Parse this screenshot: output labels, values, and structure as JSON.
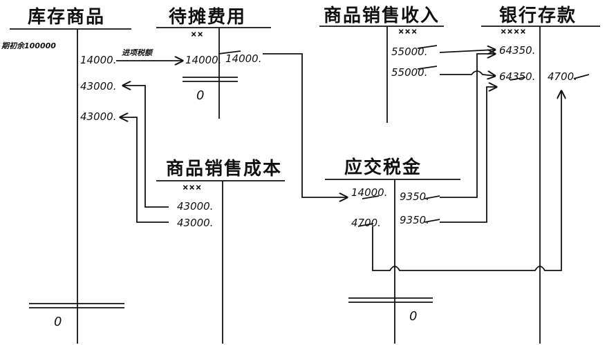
{
  "accounts": {
    "inventory": {
      "title": "库存商品",
      "opening": "期初余100000",
      "debit": [
        "14000."
      ],
      "credit": [
        "43000.",
        "43000."
      ],
      "ending": "0"
    },
    "prepaid": {
      "title": "待摊费用",
      "mark": "××",
      "debit": [
        "14000."
      ],
      "credit": [
        "14000."
      ],
      "ending": "0"
    },
    "sales_revenue": {
      "title": "商品销售收入",
      "mark": "×××",
      "credit": [
        "55000.",
        "55000."
      ]
    },
    "bank_deposit": {
      "title": "银行存款",
      "mark": "××××",
      "debit": [
        "64350.",
        "64350."
      ],
      "credit": [
        "4700."
      ]
    },
    "cost_of_sales": {
      "title": "商品销售成本",
      "mark": "×××",
      "debit": [
        "43000.",
        "43000."
      ]
    },
    "taxes_payable": {
      "title": "应交税金",
      "debit": [
        "14000.",
        "4700."
      ],
      "credit": [
        "9350.",
        "9350."
      ],
      "ending": "0"
    }
  },
  "annotations": {
    "transfer_note": "进项税额"
  }
}
